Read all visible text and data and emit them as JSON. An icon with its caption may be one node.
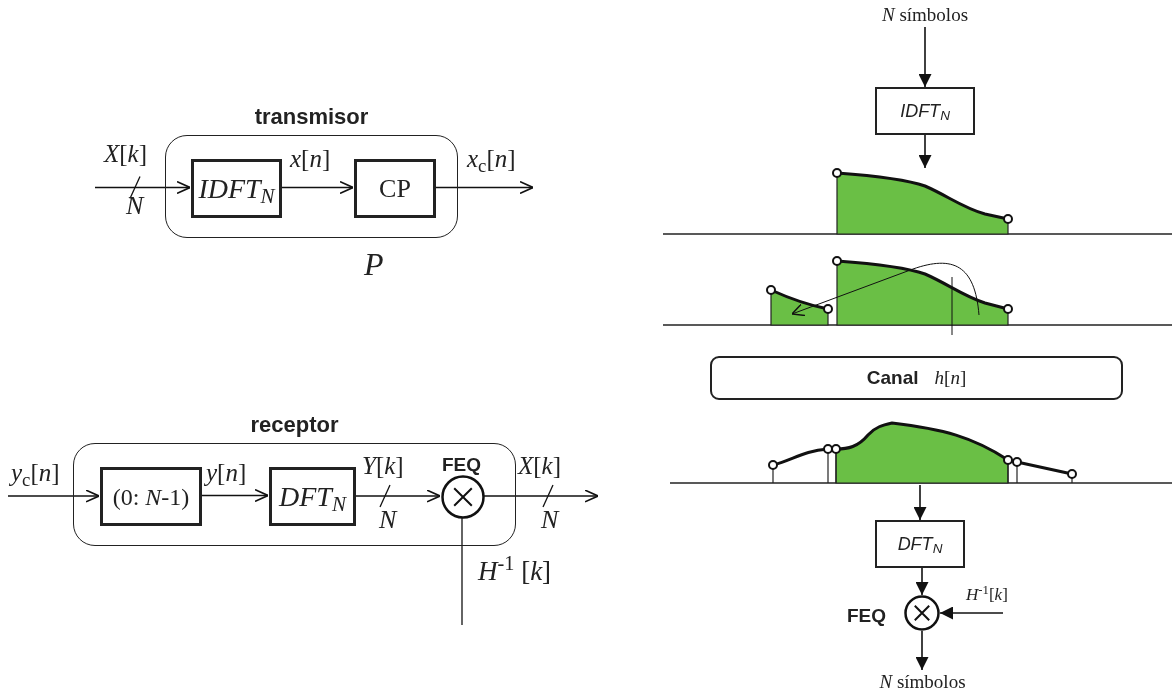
{
  "diagram": {
    "nodes": [
      {
        "text": [
          "transmisor"
        ],
        "beside": [
          "*P*"
        ]
      },
      {
        "text": [
          "IDFT$_{N}$"
        ],
        "in": 0
      },
      {
        "text": [
          "CP"
        ],
        "in": 0
      },
      {
        "text": [
          "receptor"
        ]
      },
      {
        "text": [
          "(0: *N*-1)"
        ],
        "in": 3
      },
      {
        "text": [
          "DFT$_{N}$"
        ],
        "in": 3
      },
      {
        "text": [
          "FEQ"
        ],
        "in": 3
      },
      {
        "text": [
          "*N* símbolos"
        ]
      },
      {
        "text": [
          "IDFT$_{N}$"
        ]
      },
      {
        "text": [],
        "shape": "picture"
      },
      {
        "text": [],
        "shape": "picture"
      },
      {
        "text": [
          "Canal",
          "*h*[*n*]"
        ]
      },
      {
        "text": [],
        "shape": "picture"
      },
      {
        "text": [
          "DFT$_{N}$"
        ]
      },
      {
        "text": [
          "FEQ"
        ]
      },
      {
        "text": [
          "*N* símbolos"
        ]
      }
    ],
    "edges": [
      {
        "from": null,
        "to": 1,
        "arrow": "to",
        "label": "*X*[*k*]"
      },
      {
        "from": 1,
        "to": 2,
        "arrow": "to",
        "label": "*x*[*n*]"
      },
      {
        "from": 2,
        "to": null,
        "arrow": "to",
        "label": "*x*$_{c}$[*n*]"
      },
      {
        "from": null,
        "to": 4,
        "arrow": "to",
        "label": "*y*$_{c}$[*n*]"
      },
      {
        "from": 4,
        "to": 5,
        "arrow": "to",
        "label": "*y*[*n*]"
      },
      {
        "from": 5,
        "to": 6,
        "arrow": "to",
        "label": "*Y*[*k*]"
      },
      {
        "from": 6,
        "to": null,
        "arrow": "to",
        "label": "*X*[*k*]"
      },
      {
        "from": null,
        "to": 6,
        "arrow": "none",
        "label": "*H*$^{-1}$ [*k*]"
      },
      {
        "from": 7,
        "to": 8,
        "arrow": "to"
      },
      {
        "from": 8,
        "to": 9,
        "arrow": "to"
      },
      {
        "from": 12,
        "to": 13,
        "arrow": "to"
      },
      {
        "from": 13,
        "to": 14,
        "arrow": "to"
      },
      {
        "from": null,
        "to": 14,
        "arrow": "to",
        "label": "*H*$^{-1}$[*k*]"
      },
      {
        "from": 14,
        "to": 15,
        "arrow": "to"
      }
    ],
    "labels": [
      "N",
      "N",
      "N"
    ]
  }
}
